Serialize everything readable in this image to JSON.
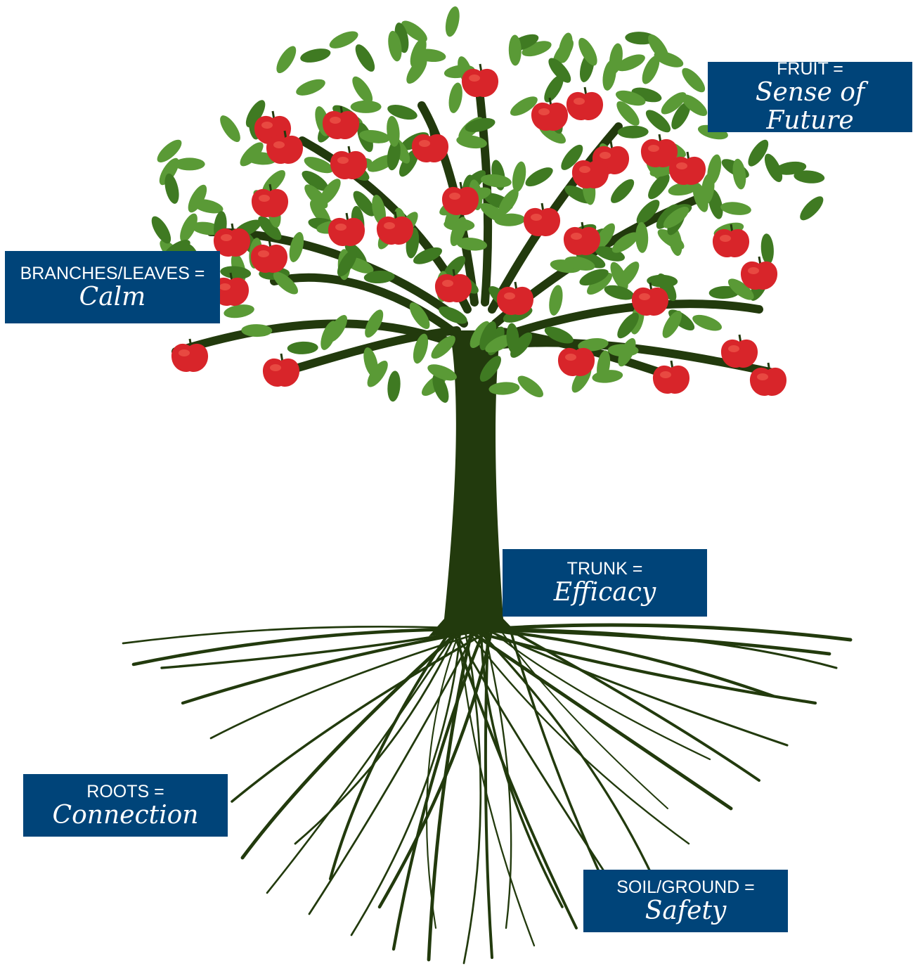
{
  "labels": {
    "fruit": {
      "head": "FRUIT =",
      "word": "Sense of Future"
    },
    "branches": {
      "head": "BRANCHES/LEAVES =",
      "word": "Calm"
    },
    "trunk": {
      "head": "TRUNK =",
      "word": "Efficacy"
    },
    "roots": {
      "head": "ROOTS =",
      "word": "Connection"
    },
    "soil": {
      "head": "SOIL/GROUND =",
      "word": "Safety"
    }
  },
  "colors": {
    "label_bg": "#004479",
    "label_text": "#ffffff",
    "trunk": "#223a0d",
    "leaf": "#5a9a36",
    "leaf_dark": "#3f7a22",
    "apple": "#d8252a",
    "apple_highlight": "#f0584c"
  }
}
